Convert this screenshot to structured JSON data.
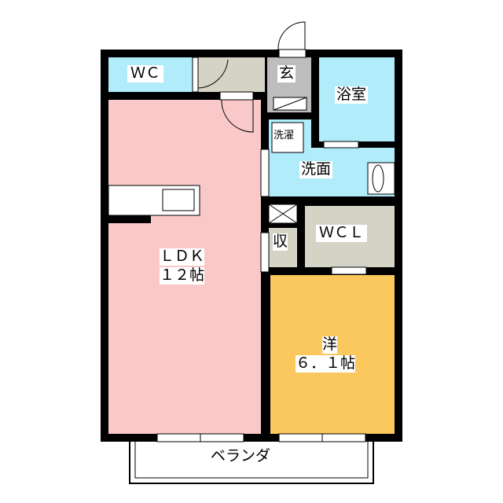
{
  "rooms": {
    "wc": "ＷＣ",
    "entrance": "玄",
    "bath": "浴室",
    "laundry": "洗濯",
    "washroom": "洗面",
    "storage": "収",
    "wcl": "ＷＣＬ",
    "ldk_name": "ＬＤＫ",
    "ldk_size": "１２帖",
    "western_name": "洋",
    "western_size": "６．１帖",
    "balcony": "ベランダ"
  },
  "colors": {
    "wall": "#000000",
    "wet_area": "#b0ecfa",
    "ldk": "#f9c9c9",
    "western": "#fbc85e",
    "storage": "#d5d2c6",
    "entrance": "#bdbdbd"
  }
}
